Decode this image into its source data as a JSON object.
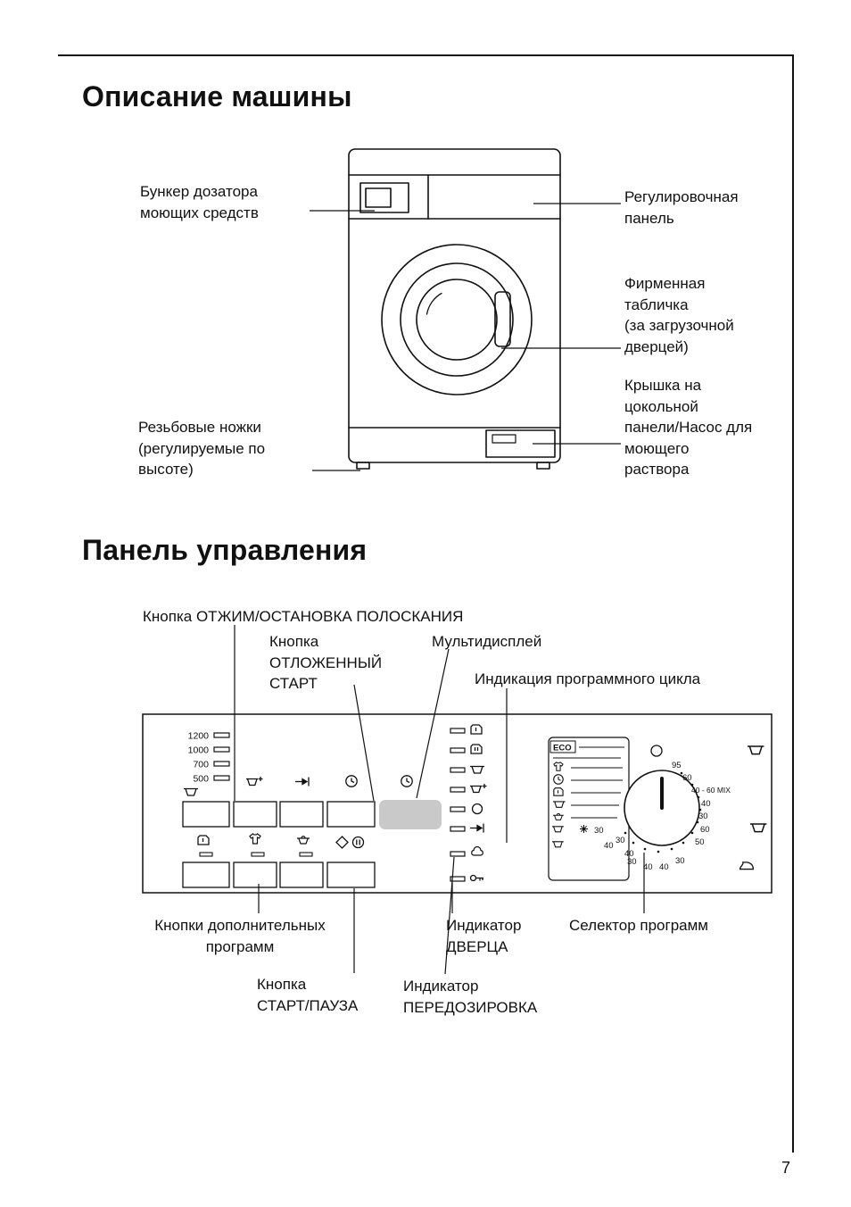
{
  "page": {
    "number": "7"
  },
  "colors": {
    "ink": "#111111",
    "display_gray": "#c9c9c9"
  },
  "machine_section": {
    "title": "Описание машины",
    "labels": {
      "dispenser": "Бункер дозатора\nмоющих средств",
      "adjust_panel": "Регулировочная\nпанель",
      "rating_plate": "Фирменная\nтабличка\n(за загрузочной\nдверцей)",
      "plinth_cover": "Крышка на\nцокольной\nпанели/Насос для\nмоющего\nраствора",
      "feet": "Резьбовые ножки\n(регулируемые по\nвысоте)"
    }
  },
  "panel_section": {
    "title": "Панель управления",
    "labels": {
      "spin_button": "Кнопка ОТЖИМ/ОСТАНОВКА ПОЛОСКАНИЯ",
      "delay_start": "Кнопка\nОТЛОЖЕННЫЙ\nСТАРТ",
      "multidisplay": "Мультидисплей",
      "cycle_indication": "Индикация программного цикла",
      "extra_buttons": "Кнопки дополнительных\nпрограмм",
      "start_pause": "Кнопка\nСТАРТ/ПАУЗА",
      "door_indicator": "Индикатор\nДВЕРЦА",
      "overdose_indicator": "Индикатор\nПЕРЕДОЗИРОВКА",
      "program_selector": "Селектор программ"
    },
    "panel": {
      "spin_speeds": [
        "1200",
        "1000",
        "700",
        "500"
      ],
      "eco": "ECO",
      "subbox_numbers": [
        "30",
        "40"
      ],
      "dial_right": [
        "95",
        "60",
        "40 - 60 MIX",
        "40",
        "30",
        "60",
        "50"
      ],
      "dial_bottom": [
        "30",
        "40",
        "40",
        "30"
      ],
      "dial_left": [
        "30",
        "40"
      ]
    }
  }
}
